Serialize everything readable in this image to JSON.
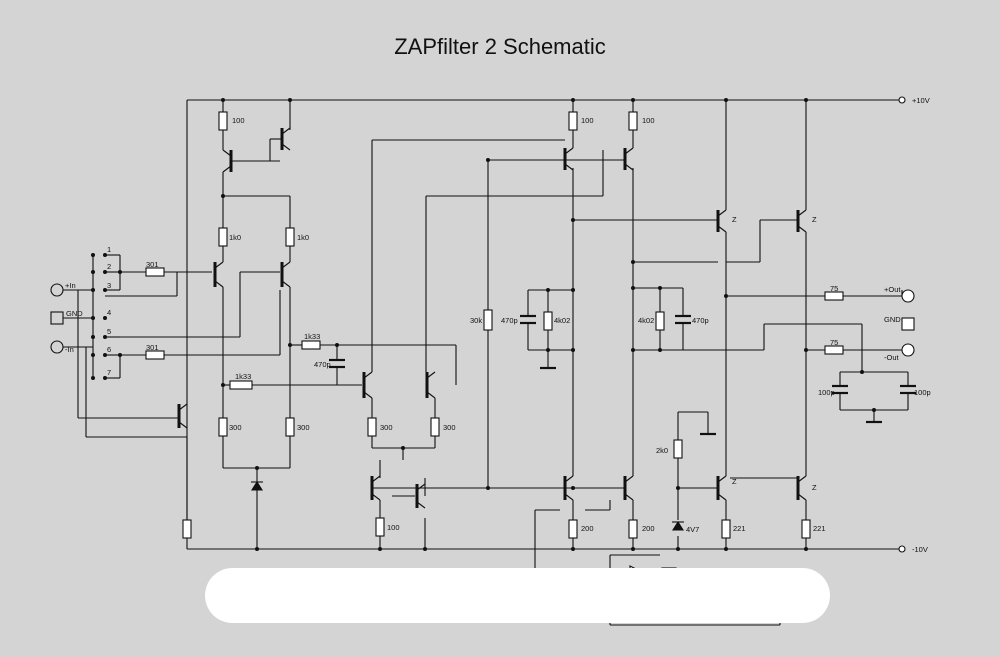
{
  "title": "ZAPfilter 2 Schematic",
  "rails": {
    "pos": "+10V",
    "neg": "-10V"
  },
  "ports": {
    "in_pos": "+In",
    "in_neg": "-In",
    "gnd_in": "GND",
    "out_pos": "+Out",
    "out_neg": "-Out",
    "gnd_out": "GND"
  },
  "pins": [
    "1",
    "2",
    "3",
    "4",
    "5",
    "6",
    "7"
  ],
  "labels": {
    "r100_a": "100",
    "r100_b": "100",
    "r100_c": "100",
    "r100_d": "100",
    "r1k0_a": "1k0",
    "r1k0_b": "1k0",
    "r301_a": "301",
    "r301_b": "301",
    "r1k33_a": "1k33",
    "r1k33_b": "1k33",
    "c470p_a": "470p",
    "c470p_b": "470p",
    "c470p_c": "470p",
    "r300_a": "300",
    "r300_b": "300",
    "r300_c": "300",
    "r300_d": "300",
    "r30k": "30k",
    "r4k02_a": "4k02",
    "r4k02_b": "4k02",
    "r2k0": "2k0",
    "z4v7": "4V7",
    "r200_a": "200",
    "r200_b": "200",
    "r221_a": "221",
    "r221_b": "221",
    "r75_a": "75",
    "r75_b": "75",
    "c100p_a": "100p",
    "c100p_b": "100p",
    "z_a": "Z",
    "z_b": "Z",
    "z_c": "Z",
    "z_d": "Z"
  }
}
